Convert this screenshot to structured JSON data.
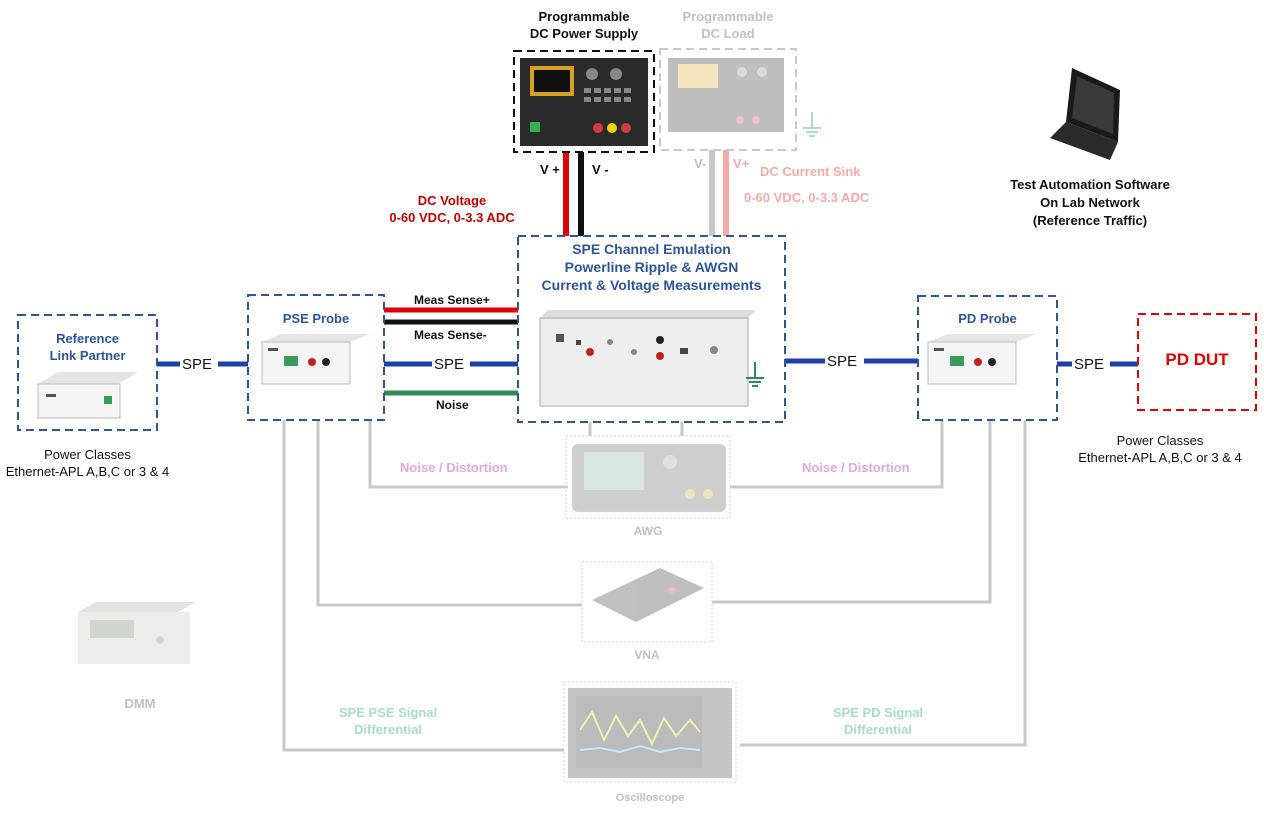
{
  "colors": {
    "blue_dash": "#2f5597",
    "blue_line": "#1f3fa8",
    "red": "#e00000",
    "black": "#111111",
    "green": "#2e8b57",
    "gray_line": "#c8c8c8",
    "faded_red": "#f4aaaa",
    "faded_pink": "#e0a8e0",
    "faded_green": "#a8dcc8",
    "faded_gray": "#c0c0c0",
    "dark_red": "#c00000"
  },
  "labels": {
    "dc_supply": "Programmable\nDC Power Supply",
    "dc_load": "Programmable\nDC Load",
    "v_plus_left": "V +",
    "v_minus_left": "V -",
    "v_minus_right": "V-",
    "v_plus_right": "V+",
    "dc_voltage": "DC Voltage\n0-60 VDC, 0-3.3 ADC",
    "dc_current_sink": "DC Current Sink",
    "dc_sink_range": "0-60 VDC, 0-3.3 ADC",
    "spe_emulation": "SPE Channel Emulation\nPowerline Ripple & AWGN\nCurrent & Voltage Measurements",
    "automation": "Test Automation Software\nOn Lab Network\n(Reference Traffic)",
    "ref_partner": "Reference\nLink Partner",
    "pse_probe": "PSE Probe",
    "pd_probe": "PD Probe",
    "pd_dut": "PD DUT",
    "spe": "SPE",
    "meas_plus": "Meas Sense+",
    "meas_minus": "Meas Sense-",
    "noise": "Noise",
    "power_classes_left": "Power Classes\nEthernet-APL A,B,C or 3 & 4",
    "power_classes_right": "Power Classes\nEthernet-APL A,B,C or 3 & 4",
    "noise_distortion_left": "Noise / Distortion",
    "noise_distortion_right": "Noise / Distortion",
    "awg": "AWG",
    "vna": "VNA",
    "dmm": "DMM",
    "pse_signal": "SPE PSE Signal\nDifferential",
    "pd_signal": "SPE PD Signal\nDifferential",
    "oscilloscope": "Oscilloscope"
  }
}
